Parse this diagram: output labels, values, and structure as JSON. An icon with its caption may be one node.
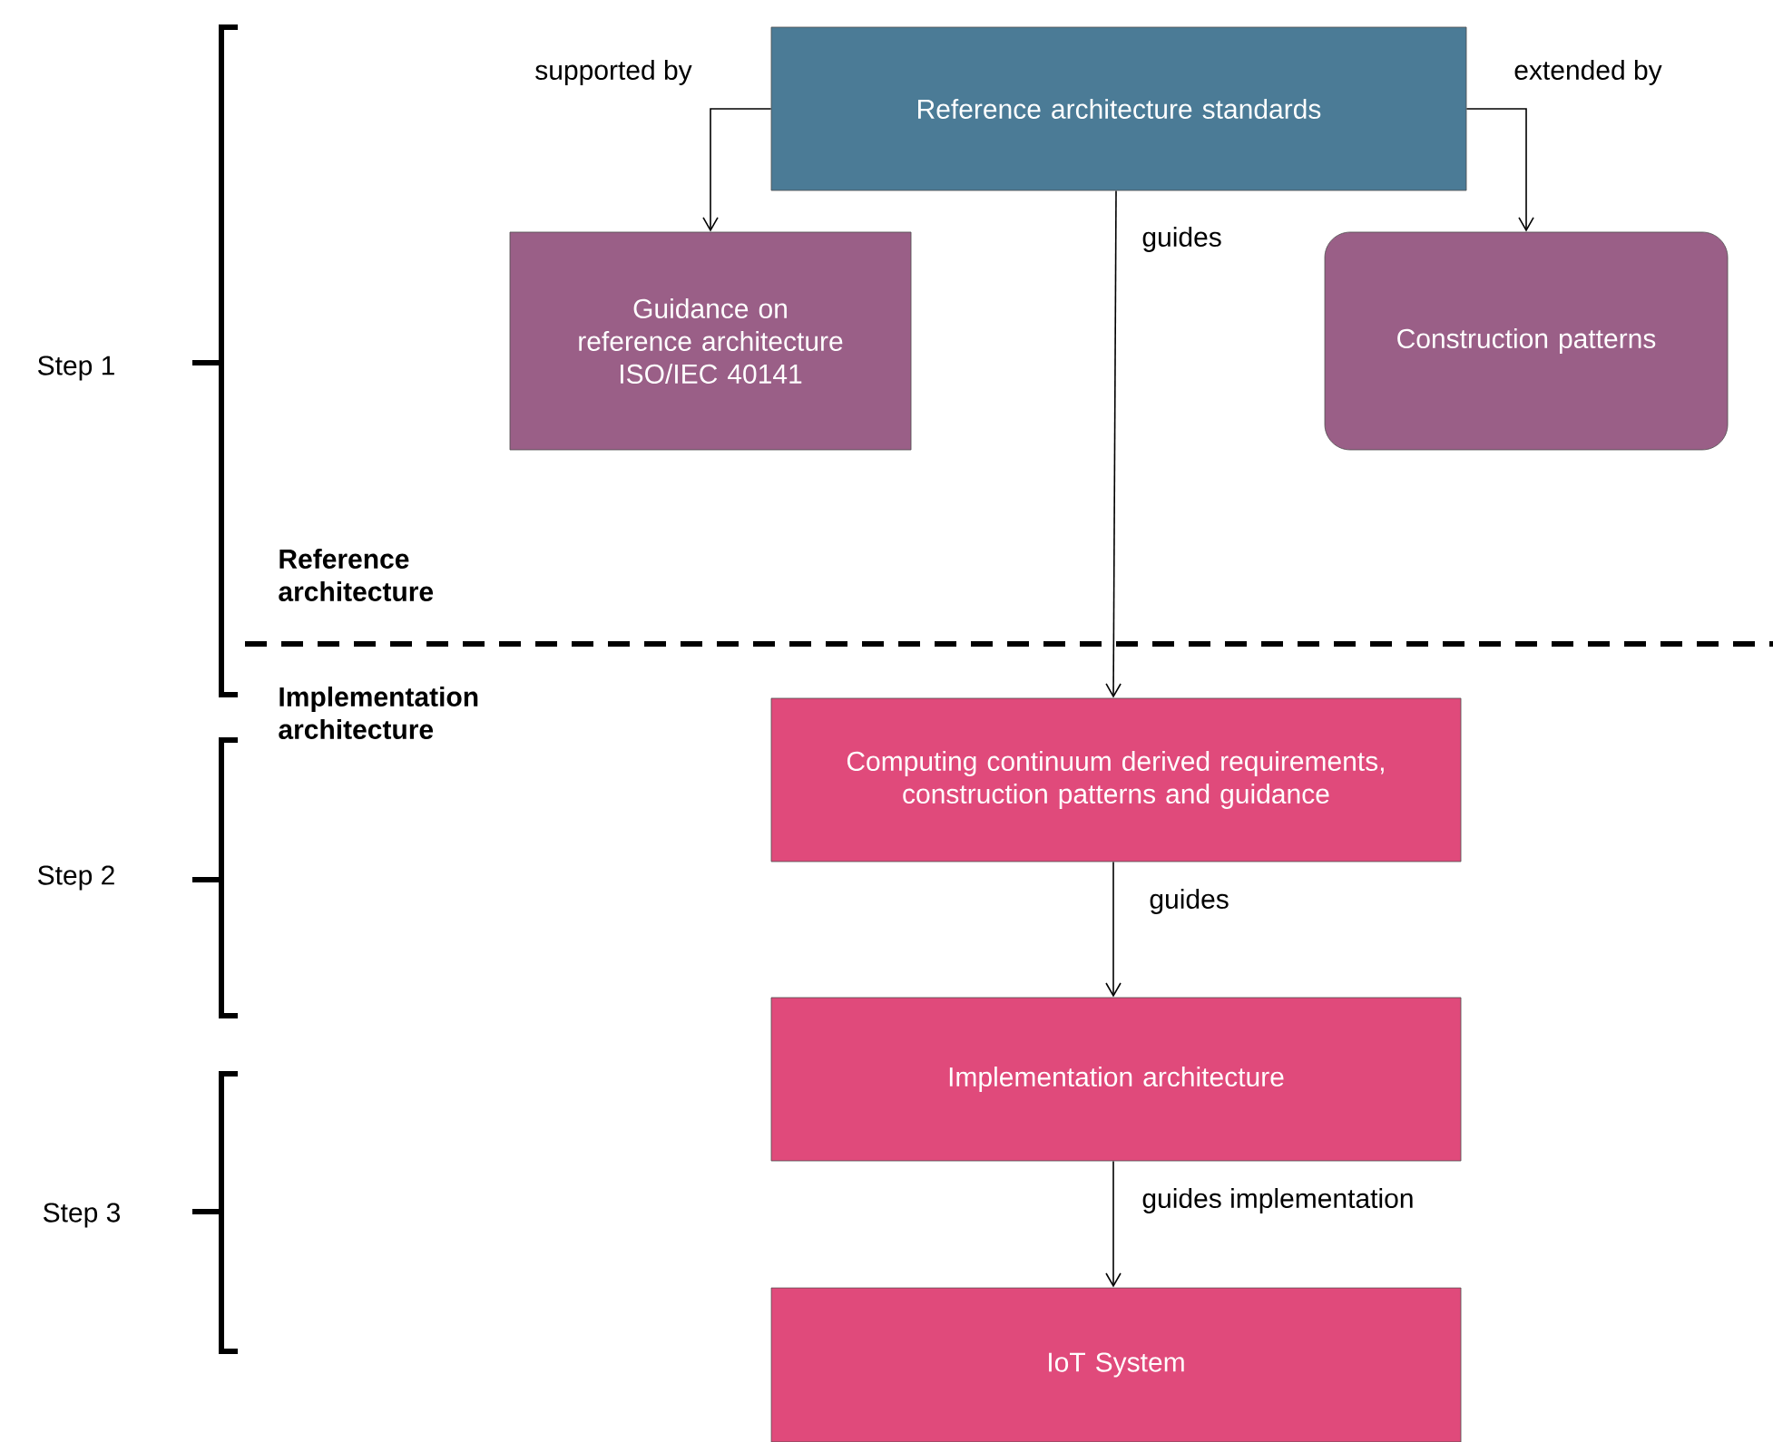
{
  "diagram": {
    "nodes": [
      {
        "text": [
          "Reference architecture standards"
        ]
      },
      {
        "text": [
          "Guidance on reference architecture ISO/IEC 40141"
        ]
      },
      {
        "text": [
          "Construction patterns"
        ]
      },
      {
        "text": [
          "Computing continuum derived requirements, construction patterns and guidance"
        ]
      },
      {
        "text": [
          "Implementation architecture"
        ]
      },
      {
        "text": [
          "IoT System"
        ]
      }
    ],
    "edges": [
      {
        "from": 0,
        "to": 1,
        "arrow": "to",
        "label": "supported by"
      },
      {
        "from": 0,
        "to": 2,
        "arrow": "to",
        "label": "extended by"
      },
      {
        "from": 0,
        "to": 3,
        "arrow": "to",
        "label": "guides"
      },
      {
        "from": 3,
        "to": 4,
        "arrow": "to",
        "label": "guides"
      },
      {
        "from": 4,
        "to": 5,
        "arrow": "to",
        "label": "guides implementation"
      }
    ],
    "labels": [
      "Step 1",
      "Reference architecture",
      "Implementation architecture",
      "Step 2",
      "Step 3"
    ]
  }
}
